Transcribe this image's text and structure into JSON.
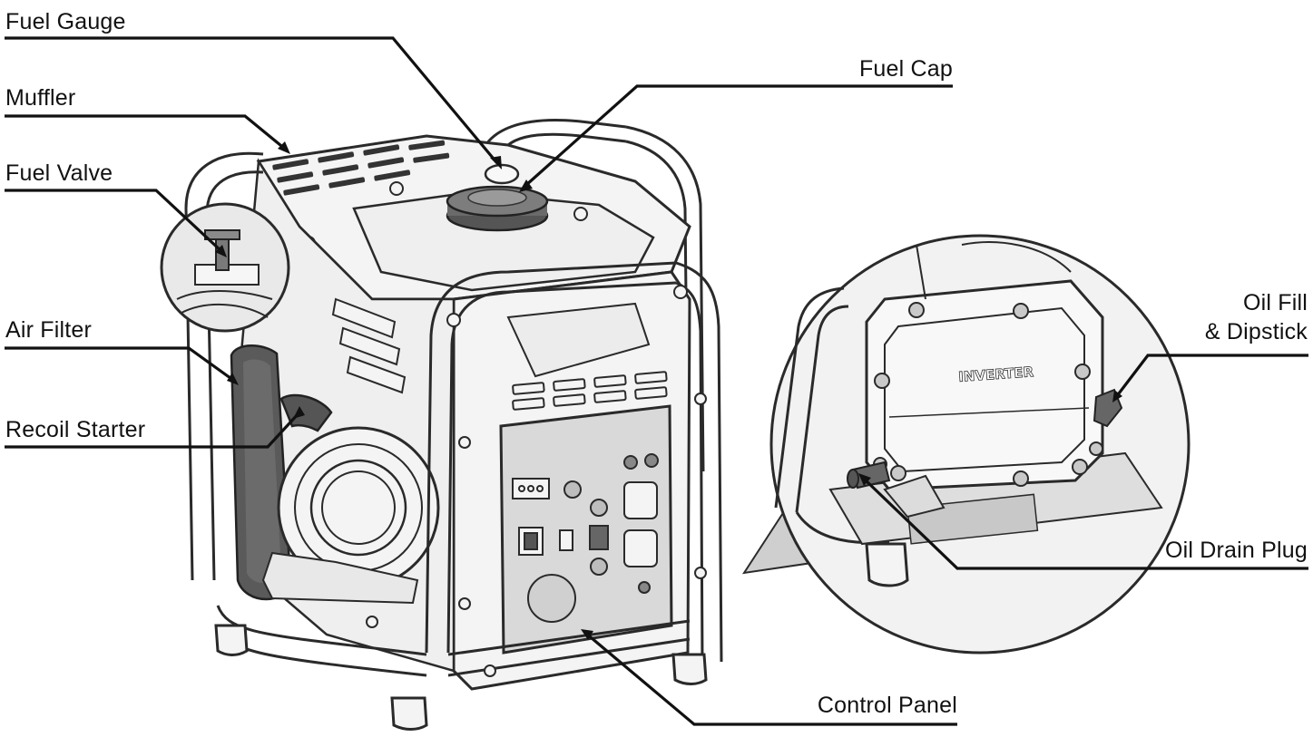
{
  "colors": {
    "line": "#111111",
    "outline": "#2a2a2a",
    "body": "#f4f4f4",
    "panel": "#d9d9d9",
    "dark_part": "#777777",
    "inset_fill": "#e4e4e4",
    "background": "#ffffff"
  },
  "labels": {
    "fuel_gauge": "Fuel Gauge",
    "muffler": "Muffler",
    "fuel_valve": "Fuel Valve",
    "air_filter": "Air Filter",
    "recoil_starter": "Recoil Starter",
    "fuel_cap": "Fuel Cap",
    "oil_fill_line1": "Oil Fill",
    "oil_fill_line2": "& Dipstick",
    "oil_drain_plug": "Oil Drain Plug",
    "control_panel": "Control Panel"
  },
  "inset": {
    "engraving": "INVERTER"
  }
}
